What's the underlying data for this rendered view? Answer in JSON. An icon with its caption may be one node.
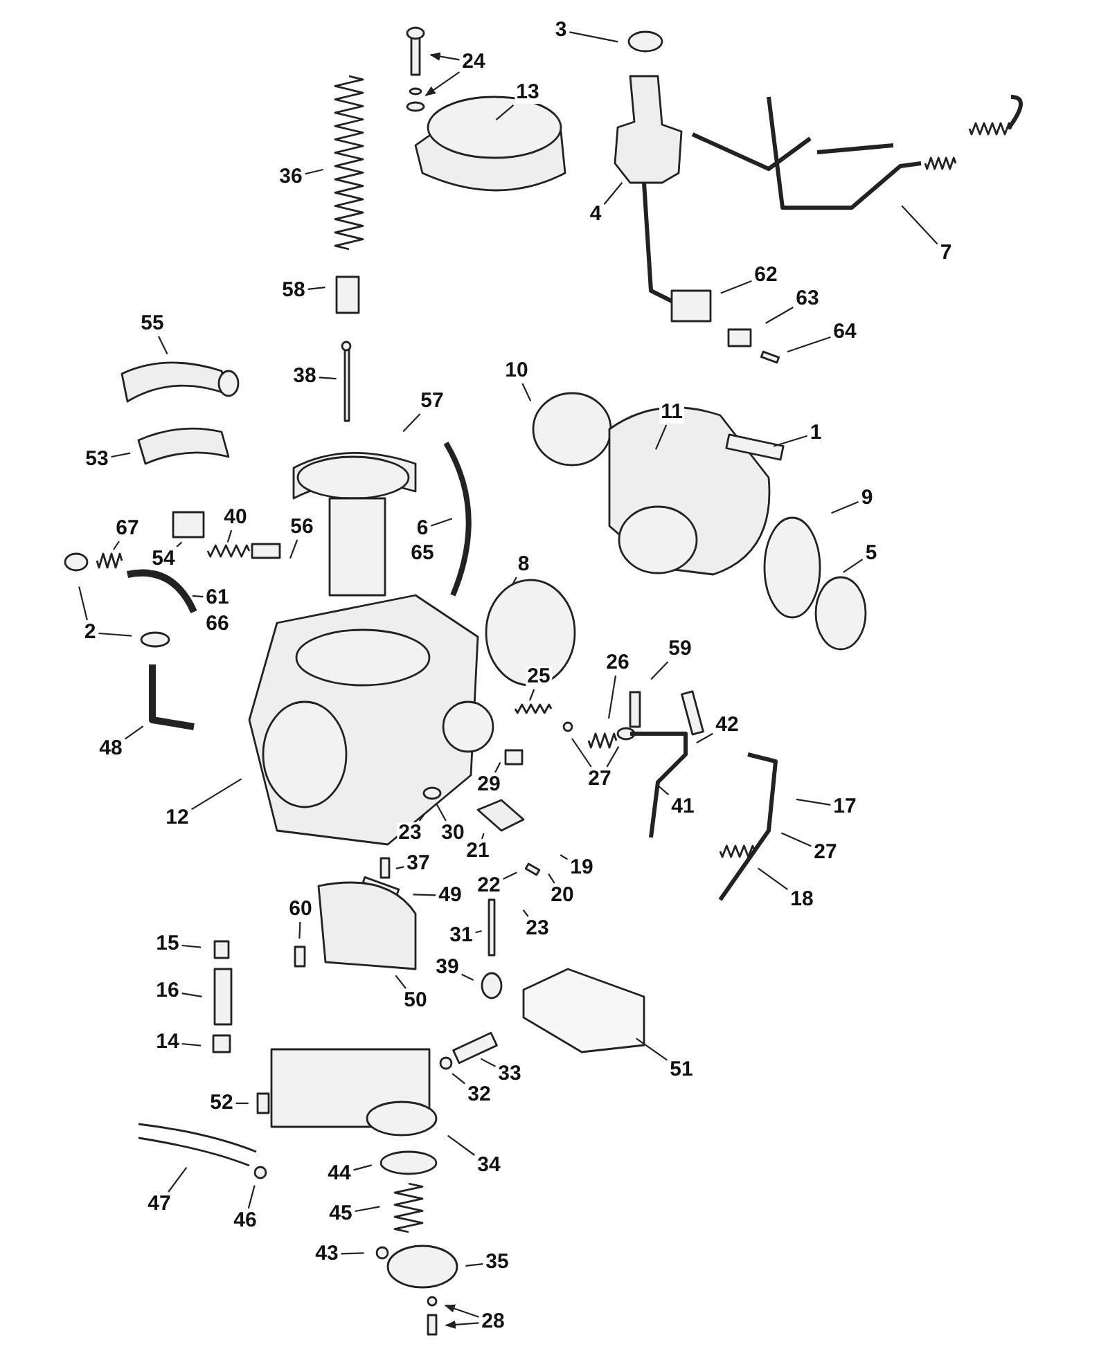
{
  "diagram": {
    "nodes": [
      {
        "text": [
          "3"
        ]
      },
      {
        "text": [
          "24"
        ]
      },
      {
        "text": [
          "13"
        ]
      },
      {
        "text": [
          "36"
        ]
      },
      {
        "text": [
          "4"
        ]
      },
      {
        "text": [
          "7"
        ]
      },
      {
        "text": [
          "58"
        ]
      },
      {
        "text": [
          "62"
        ]
      },
      {
        "text": [
          "63"
        ]
      },
      {
        "text": [
          "64"
        ]
      },
      {
        "text": [
          "55"
        ]
      },
      {
        "text": [
          "38"
        ]
      },
      {
        "text": [
          "57"
        ]
      },
      {
        "text": [
          "10"
        ]
      },
      {
        "text": [
          "11"
        ]
      },
      {
        "text": [
          "1"
        ]
      },
      {
        "text": [
          "53"
        ]
      },
      {
        "text": [
          "9"
        ]
      },
      {
        "text": [
          "67"
        ]
      },
      {
        "text": [
          "40"
        ]
      },
      {
        "text": [
          "56"
        ]
      },
      {
        "text": [
          "6"
        ]
      },
      {
        "text": [
          "65"
        ]
      },
      {
        "text": [
          "5"
        ]
      },
      {
        "text": [
          "54"
        ]
      },
      {
        "text": [
          "61"
        ]
      },
      {
        "text": [
          "66"
        ]
      },
      {
        "text": [
          "8"
        ]
      },
      {
        "text": [
          "2"
        ]
      },
      {
        "text": [
          "59"
        ]
      },
      {
        "text": [
          "26"
        ]
      },
      {
        "text": [
          "25"
        ]
      },
      {
        "text": [
          "42"
        ]
      },
      {
        "text": [
          "48"
        ]
      },
      {
        "text": [
          "27"
        ]
      },
      {
        "text": [
          "12"
        ]
      },
      {
        "text": [
          "29"
        ]
      },
      {
        "text": [
          "41"
        ]
      },
      {
        "text": [
          "17"
        ]
      },
      {
        "text": [
          "27"
        ]
      },
      {
        "text": [
          "23"
        ]
      },
      {
        "text": [
          "30"
        ]
      },
      {
        "text": [
          "21"
        ]
      },
      {
        "text": [
          "37"
        ]
      },
      {
        "text": [
          "19"
        ]
      },
      {
        "text": [
          "22"
        ]
      },
      {
        "text": [
          "20"
        ]
      },
      {
        "text": [
          "18"
        ]
      },
      {
        "text": [
          "49"
        ]
      },
      {
        "text": [
          "23"
        ]
      },
      {
        "text": [
          "60"
        ]
      },
      {
        "text": [
          "15"
        ]
      },
      {
        "text": [
          "31"
        ]
      },
      {
        "text": [
          "39"
        ]
      },
      {
        "text": [
          "16"
        ]
      },
      {
        "text": [
          "50"
        ]
      },
      {
        "text": [
          "14"
        ]
      },
      {
        "text": [
          "51"
        ]
      },
      {
        "text": [
          "33"
        ]
      },
      {
        "text": [
          "32"
        ]
      },
      {
        "text": [
          "52"
        ]
      },
      {
        "text": [
          "34"
        ]
      },
      {
        "text": [
          "44"
        ]
      },
      {
        "text": [
          "47"
        ]
      },
      {
        "text": [
          "46"
        ]
      },
      {
        "text": [
          "45"
        ]
      },
      {
        "text": [
          "43"
        ]
      },
      {
        "text": [
          "35"
        ]
      },
      {
        "text": [
          "28"
        ]
      }
    ],
    "edges": [
      {
        "from": 0,
        "to": null,
        "arrow": "none"
      },
      {
        "from": 1,
        "to": null,
        "arrow": "to"
      },
      {
        "from": 1,
        "to": null,
        "arrow": "to"
      },
      {
        "from": 2,
        "to": null,
        "arrow": "none"
      },
      {
        "from": 3,
        "to": null,
        "arrow": "none"
      },
      {
        "from": 4,
        "to": null,
        "arrow": "none"
      },
      {
        "from": 5,
        "to": null,
        "arrow": "none"
      },
      {
        "from": 6,
        "to": null,
        "arrow": "none"
      },
      {
        "from": 7,
        "to": null,
        "arrow": "none"
      },
      {
        "from": 8,
        "to": null,
        "arrow": "none"
      },
      {
        "from": 9,
        "to": null,
        "arrow": "none"
      },
      {
        "from": 10,
        "to": null,
        "arrow": "none"
      },
      {
        "from": 11,
        "to": null,
        "arrow": "none"
      },
      {
        "from": 12,
        "to": null,
        "arrow": "none"
      },
      {
        "from": 13,
        "to": null,
        "arrow": "none"
      },
      {
        "from": 14,
        "to": null,
        "arrow": "none"
      },
      {
        "from": 15,
        "to": null,
        "arrow": "none"
      },
      {
        "from": 16,
        "to": null,
        "arrow": "none"
      },
      {
        "from": 17,
        "to": null,
        "arrow": "none"
      },
      {
        "from": 18,
        "to": null,
        "arrow": "none"
      },
      {
        "from": 19,
        "to": null,
        "arrow": "none"
      },
      {
        "from": 20,
        "to": null,
        "arrow": "none"
      },
      {
        "from": 21,
        "to": null,
        "arrow": "none"
      },
      {
        "from": 23,
        "to": null,
        "arrow": "none"
      },
      {
        "from": 24,
        "to": null,
        "arrow": "none"
      },
      {
        "from": 25,
        "to": null,
        "arrow": "none"
      },
      {
        "from": 27,
        "to": null,
        "arrow": "none"
      },
      {
        "from": 28,
        "to": null,
        "arrow": "none"
      },
      {
        "from": 28,
        "to": null,
        "arrow": "none"
      },
      {
        "from": 29,
        "to": null,
        "arrow": "none"
      },
      {
        "from": 30,
        "to": null,
        "arrow": "none"
      },
      {
        "from": 31,
        "to": null,
        "arrow": "none"
      },
      {
        "from": 32,
        "to": null,
        "arrow": "none"
      },
      {
        "from": 33,
        "to": null,
        "arrow": "none"
      },
      {
        "from": 34,
        "to": null,
        "arrow": "none"
      },
      {
        "from": 34,
        "to": null,
        "arrow": "none"
      },
      {
        "from": 35,
        "to": null,
        "arrow": "none"
      },
      {
        "from": 36,
        "to": null,
        "arrow": "none"
      },
      {
        "from": 37,
        "to": null,
        "arrow": "none"
      },
      {
        "from": 38,
        "to": null,
        "arrow": "none"
      },
      {
        "from": 39,
        "to": null,
        "arrow": "none"
      },
      {
        "from": 40,
        "to": null,
        "arrow": "none"
      },
      {
        "from": 41,
        "to": null,
        "arrow": "none"
      },
      {
        "from": 42,
        "to": null,
        "arrow": "none"
      },
      {
        "from": 43,
        "to": null,
        "arrow": "none"
      },
      {
        "from": 44,
        "to": null,
        "arrow": "none"
      },
      {
        "from": 45,
        "to": null,
        "arrow": "none"
      },
      {
        "from": 46,
        "to": null,
        "arrow": "none"
      },
      {
        "from": 47,
        "to": null,
        "arrow": "none"
      },
      {
        "from": 48,
        "to": null,
        "arrow": "none"
      },
      {
        "from": 49,
        "to": null,
        "arrow": "none"
      },
      {
        "from": 50,
        "to": null,
        "arrow": "none"
      },
      {
        "from": 51,
        "to": null,
        "arrow": "none"
      },
      {
        "from": 52,
        "to": null,
        "arrow": "none"
      },
      {
        "from": 53,
        "to": null,
        "arrow": "none"
      },
      {
        "from": 54,
        "to": null,
        "arrow": "none"
      },
      {
        "from": 55,
        "to": null,
        "arrow": "none"
      },
      {
        "from": 56,
        "to": null,
        "arrow": "none"
      },
      {
        "from": 57,
        "to": null,
        "arrow": "none"
      },
      {
        "from": 58,
        "to": null,
        "arrow": "none"
      },
      {
        "from": 59,
        "to": null,
        "arrow": "none"
      },
      {
        "from": 60,
        "to": null,
        "arrow": "none"
      },
      {
        "from": 61,
        "to": null,
        "arrow": "none"
      },
      {
        "from": 62,
        "to": null,
        "arrow": "none"
      },
      {
        "from": 63,
        "to": null,
        "arrow": "none"
      },
      {
        "from": 64,
        "to": null,
        "arrow": "none"
      },
      {
        "from": 65,
        "to": null,
        "arrow": "none"
      },
      {
        "from": 66,
        "to": null,
        "arrow": "none"
      },
      {
        "from": 67,
        "to": null,
        "arrow": "none"
      },
      {
        "from": 68,
        "to": null,
        "arrow": "to"
      },
      {
        "from": 68,
        "to": null,
        "arrow": "to"
      }
    ]
  }
}
